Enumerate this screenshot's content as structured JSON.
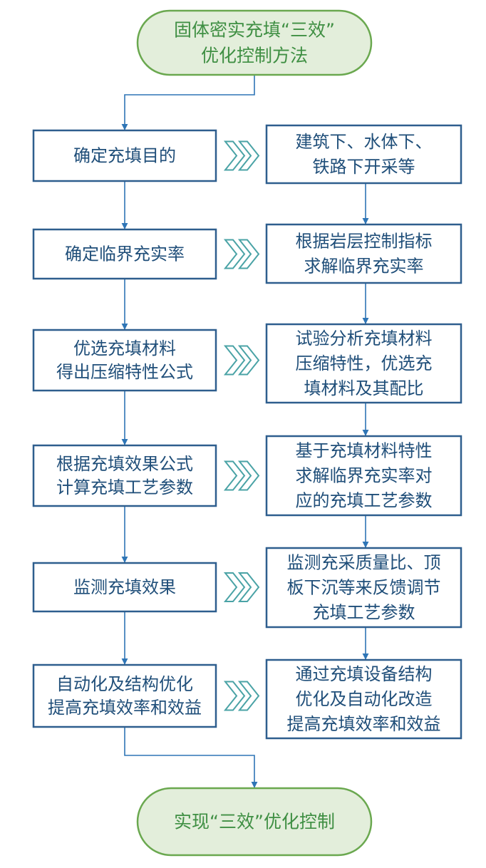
{
  "start_node": {
    "lines": [
      "固体密实充填“三效”",
      "优化控制方法"
    ]
  },
  "end_node": {
    "lines": [
      "实现“三效”优化控制"
    ]
  },
  "steps": [
    {
      "left": [
        "确定充填目的"
      ],
      "right": [
        "建筑下、水体下、",
        "铁路下开采等"
      ]
    },
    {
      "left": [
        "确定临界充实率"
      ],
      "right": [
        "根据岩层控制指标",
        "求解临界充实率"
      ]
    },
    {
      "left": [
        "优选充填材料",
        "得出压缩特性公式"
      ],
      "right": [
        "试验分析充填材料",
        "压缩特性，优选充",
        "填材料及其配比"
      ]
    },
    {
      "left": [
        "根据充填效果公式",
        "计算充填工艺参数"
      ],
      "right": [
        "基于充填材料特性",
        "求解临界充实率对",
        "应的充填工艺参数"
      ]
    },
    {
      "left": [
        "监测充填效果"
      ],
      "right": [
        "监测充采质量比、顶",
        "板下沉等来反馈调节",
        "充填工艺参数"
      ]
    },
    {
      "left": [
        "自动化及结构优化",
        "提高充填效率和效益"
      ],
      "right": [
        "通过充填设备结构",
        "优化及自动化改造",
        "提高充填效率和效益"
      ]
    }
  ],
  "colors": {
    "terminal_fill": "#e3eedb",
    "terminal_border": "#6aa84f",
    "terminal_text": "#3f8f43",
    "box_border": "#2e5e8e",
    "box_text": "#1f4e79",
    "arrow": "#2e75b6",
    "chevron": "#4aa3a6"
  }
}
